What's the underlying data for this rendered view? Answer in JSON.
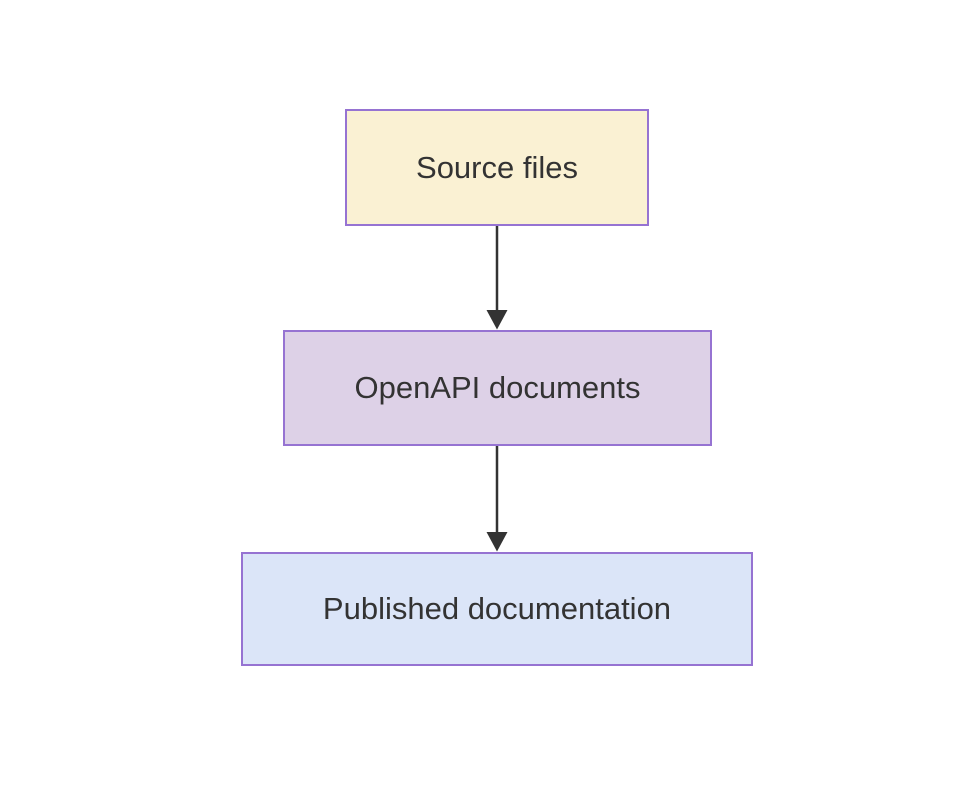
{
  "diagram": {
    "type": "flowchart",
    "direction": "top-to-bottom",
    "background_color": "#ffffff",
    "text_color": "#333333",
    "edge_color": "#333333",
    "node_border_color": "#9673d2",
    "nodes": [
      {
        "id": "source-files",
        "label": "Source files",
        "fill": "#faf1d3",
        "stroke": "#9673d2"
      },
      {
        "id": "openapi-documents",
        "label": "OpenAPI documents",
        "fill": "#ddd1e7",
        "stroke": "#9673d2"
      },
      {
        "id": "published-documentation",
        "label": "Published documentation",
        "fill": "#dbe5f8",
        "stroke": "#9673d2"
      }
    ],
    "edges": [
      {
        "from": "Source files",
        "to": "OpenAPI documents",
        "style": "solid-arrow"
      },
      {
        "from": "OpenAPI documents",
        "to": "Published documentation",
        "style": "solid-arrow"
      }
    ]
  }
}
